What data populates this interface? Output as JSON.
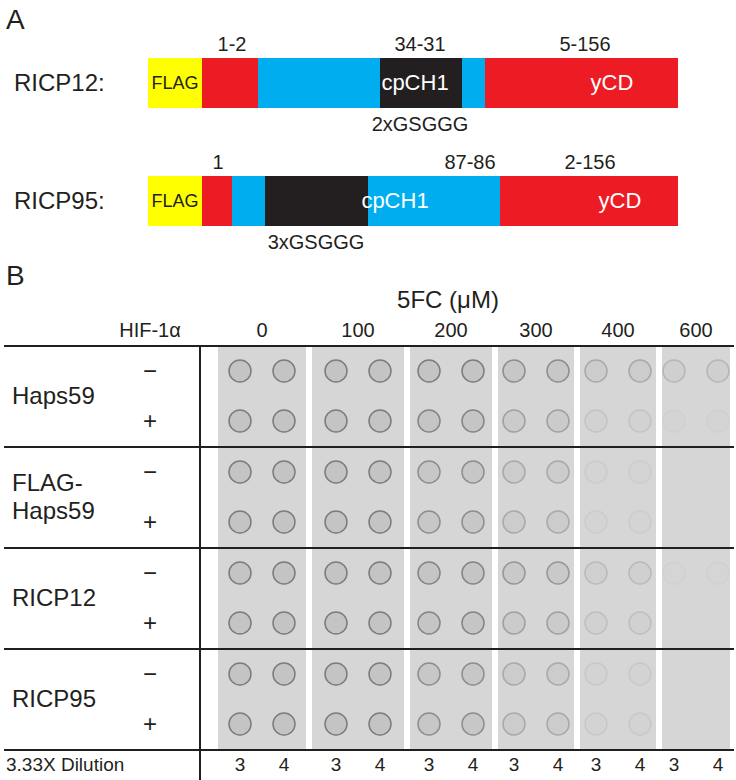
{
  "diagram": {
    "nodes": [
      {
        "text": [
          "FLAG"
        ]
      },
      {
        "text": [
          "cpCH1"
        ]
      },
      {
        "text": [
          "yCD"
        ]
      },
      {
        "text": [
          "FLAG"
        ]
      },
      {
        "text": [
          "cpCH1"
        ]
      },
      {
        "text": [
          "yCD"
        ]
      }
    ],
    "labels": [
      "A",
      "RICP12:",
      "1-2",
      "34-31",
      "5-156",
      "2xGSGGG",
      "RICP95:",
      "1",
      "87-86",
      "2-156",
      "3xGSGGG",
      "B",
      "5FC (μM)",
      "HIF-1α",
      "0",
      "100",
      "200",
      "300",
      "400",
      "600",
      "Haps59",
      "−",
      "+",
      "FLAG- Haps59",
      "−",
      "+",
      "RICP12",
      "−",
      "+",
      "RICP95",
      "−",
      "+",
      "3.33X Dilution",
      "3",
      "4",
      "3",
      "4",
      "3",
      "4",
      "3",
      "4",
      "3",
      "4",
      "3",
      "4"
    ]
  }
}
